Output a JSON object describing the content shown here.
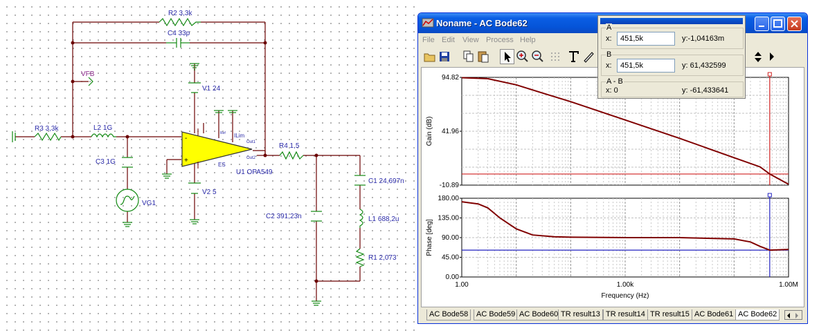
{
  "schematic": {
    "labels": {
      "r2": "R2 3,3k",
      "c4": "C4 33p",
      "vfb": "VFB",
      "v1": "V1 24",
      "r3": "R3 3,3k",
      "l2": "L2 1G",
      "ilim": "ILim",
      "out1": "Out1",
      "out2": "Out2",
      "es": "ES",
      "r4": "R4 1,5",
      "c3": "C3 1G",
      "u1": "U1 OPA549",
      "c1": "C1 24,697n",
      "v2": "V2 5",
      "vg1": "VG1",
      "l1": "L1 688,2u",
      "c2": "C2 391,23n",
      "r1": "R1 2,073",
      "ref": "Ref",
      "plus": "+",
      "minus": "-"
    },
    "colors": {
      "wire": "#6b0000",
      "component": "#118811",
      "opamp": "#ffff00",
      "label": "#2a2aa8"
    }
  },
  "window": {
    "title": "Noname - AC Bode62",
    "menu": [
      "File",
      "Edit",
      "View",
      "Process",
      "Help"
    ],
    "toolbar_icons": [
      "open-icon",
      "save-icon",
      "copy-icon",
      "paste-icon",
      "pointer-icon",
      "zoom-in-icon",
      "zoom-out-icon",
      "grid-icon",
      "text-icon",
      "pen-icon",
      "arrow-up-icon",
      "arrow-down-icon",
      "arrow-right-icon"
    ],
    "tabs": [
      "AC Bode58",
      "AC Bode59",
      "AC Bode60",
      "TR result13",
      "TR result14",
      "TR result15",
      "AC Bode61",
      "AC Bode62"
    ],
    "active_tab": "AC Bode62"
  },
  "cursor_panel": {
    "a": {
      "title": "A",
      "x_label": "x:",
      "x_value": "451,5k",
      "y_text": "y:-1,04163m"
    },
    "b": {
      "title": "B",
      "x_label": "x:",
      "x_value": "451,5k",
      "y_text": "y: 61,432599"
    },
    "ab": {
      "title": "A - B",
      "x_text": "x: 0",
      "y_text": "y: -61,433641"
    }
  },
  "chart_data": [
    {
      "type": "line",
      "ylabel": "Gain (dB)",
      "yticks": [
        "94.82",
        "41.96",
        "-10.89"
      ],
      "ylim": [
        -10.89,
        94.82
      ],
      "xscale": "log",
      "xlim": [
        1,
        1000000
      ],
      "grid": true,
      "series": [
        {
          "color": "#800000",
          "x": [
            1,
            3,
            10,
            30,
            100,
            1000,
            10000,
            100000,
            300000,
            451500,
            1000000
          ],
          "y": [
            94.5,
            93.5,
            87.5,
            79.5,
            71,
            53,
            35,
            16,
            7,
            0,
            -10
          ]
        }
      ],
      "cursor_level": 0,
      "cursor_x": 451500
    },
    {
      "type": "line",
      "ylabel": "Phase [deg]",
      "xlabel": "Frequency (Hz)",
      "yticks": [
        "180.00",
        "135.00",
        "90.00",
        "45.00",
        "0.00"
      ],
      "xticks": [
        "1.00",
        "1.00k",
        "1.00M"
      ],
      "ylim": [
        0,
        180
      ],
      "xscale": "log",
      "xlim": [
        1,
        1000000
      ],
      "grid": true,
      "series": [
        {
          "color": "#800000",
          "x": [
            1,
            2,
            3,
            5,
            10,
            20,
            50,
            100,
            1000,
            10000,
            100000,
            200000,
            300000,
            451500,
            1000000
          ],
          "y": [
            172,
            167,
            158,
            135,
            110,
            96,
            92,
            91,
            90,
            90,
            87,
            80,
            70,
            61.4,
            63
          ]
        }
      ],
      "cursor_level": 61.43,
      "cursor_x": 451500
    }
  ]
}
